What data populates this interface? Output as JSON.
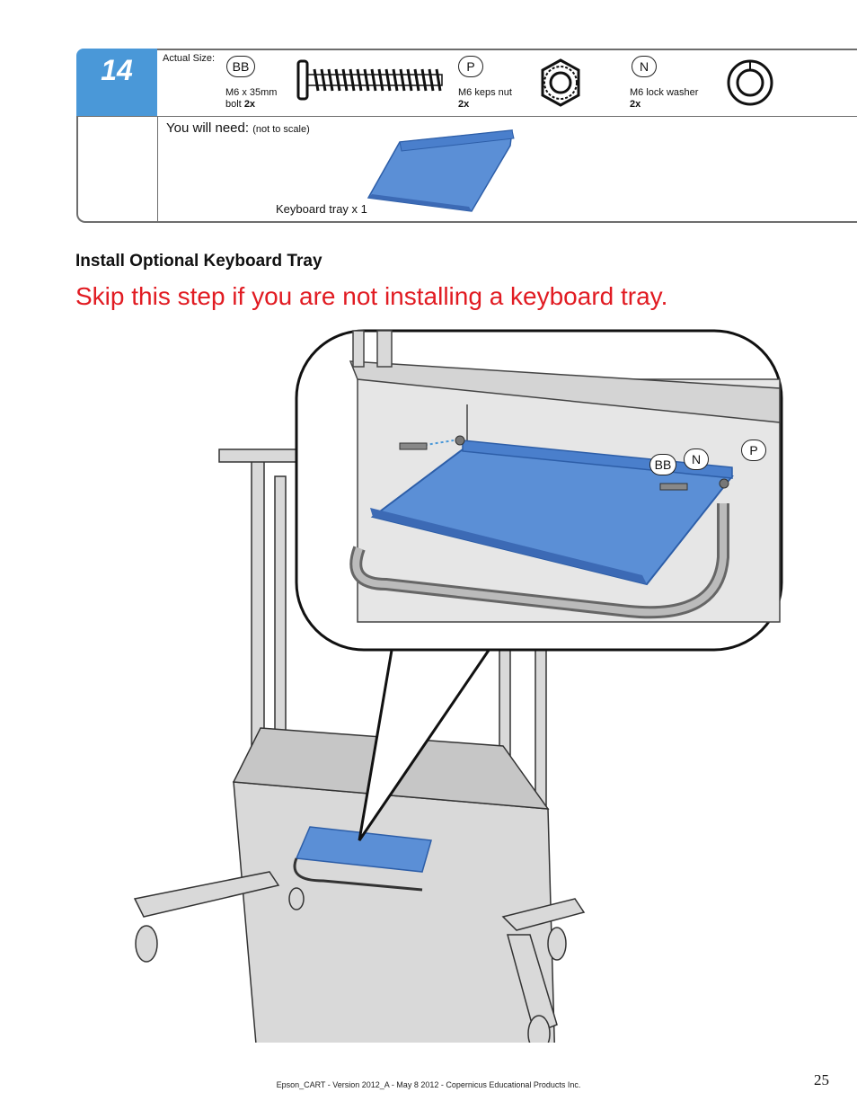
{
  "step": {
    "number": "14",
    "actual_size_label": "Actual Size:",
    "parts": [
      {
        "code": "BB",
        "name": "M6 x 35mm",
        "name2": "bolt",
        "qty": "2x"
      },
      {
        "code": "P",
        "name": "M6 keps nut",
        "qty": "2x"
      },
      {
        "code": "N",
        "name": "M6 lock washer",
        "qty": "2x"
      }
    ],
    "you_will_need": "You will need:",
    "not_to_scale": "(not to scale)",
    "keyboard_tray_caption": "Keyboard tray x 1"
  },
  "section_title": "Install Optional Keyboard Tray",
  "warning": "Skip this step if you are not installing a keyboard tray.",
  "callouts": {
    "bb": "BB",
    "n": "N",
    "p": "P"
  },
  "footer": "Epson_CART - Version 2012_A - May 8 2012 - Copernicus Educational Products Inc.",
  "page_number": "25",
  "colors": {
    "accent_blue": "#4a98d8",
    "tray_blue": "#5b8fd6",
    "warning_red": "#e11b22"
  }
}
